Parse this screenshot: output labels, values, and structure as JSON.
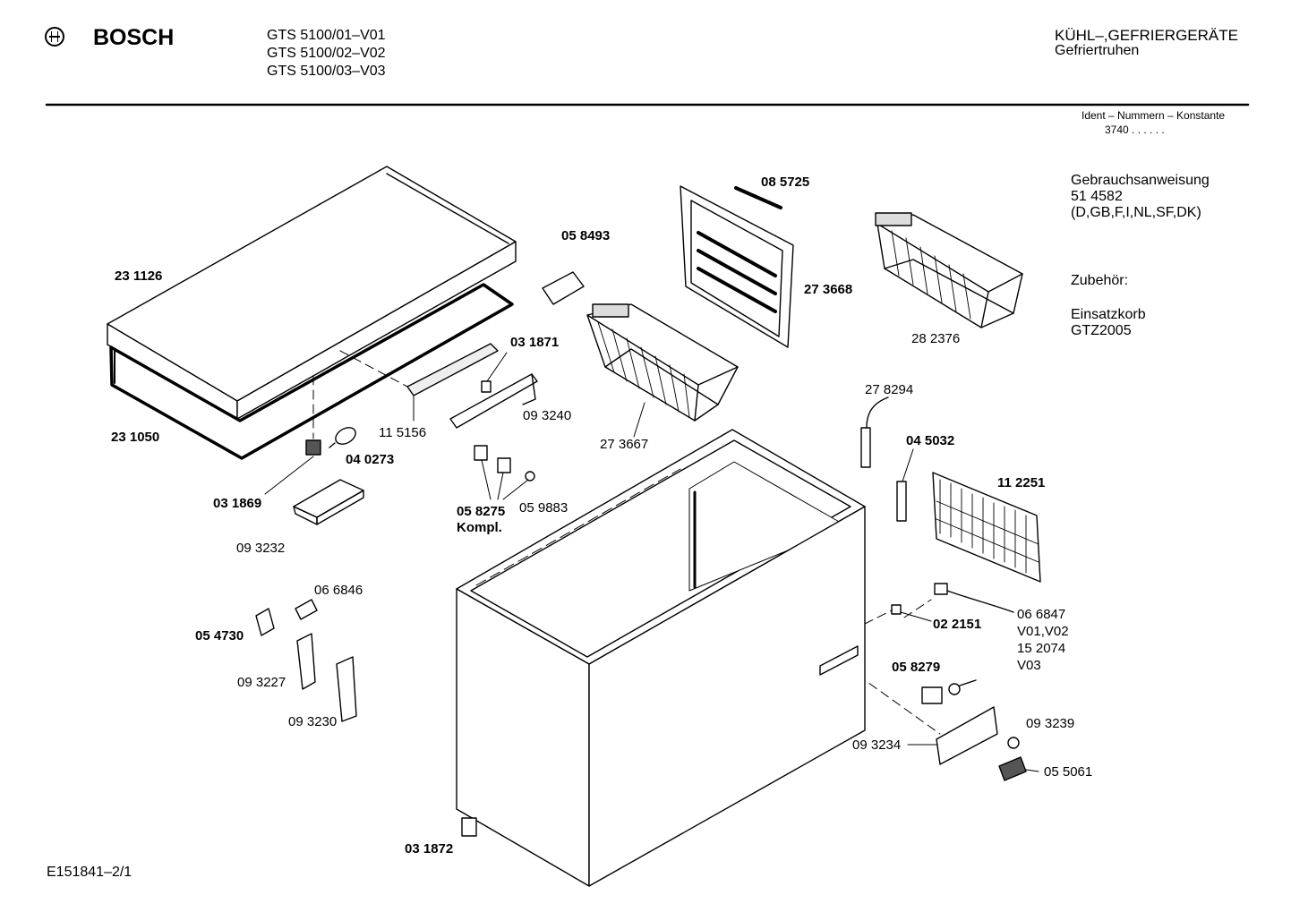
{
  "header": {
    "brand": "BOSCH",
    "models": [
      "GTS 5100/01–V01",
      "GTS 5100/02–V02",
      "GTS 5100/03–V03"
    ],
    "category": "KÜHL–,GEFRIERGERÄTE",
    "subcategory": "Gefriertruhen",
    "ident_label": "Ident – Nummern – Konstante",
    "ident_value": "3740 . .   . . . ."
  },
  "info": {
    "manual_title": "Gebrauchsanweisung",
    "manual_number": "51 4582",
    "manual_languages": "(D,GB,F,I,NL,SF,DK)",
    "accessory_title": "Zubehör:",
    "accessory_name": "Einsatzkorb",
    "accessory_code": "GTZ2005"
  },
  "parts": {
    "p231126": "23 1126",
    "p231050": "23 1050",
    "p040273": "04 0273",
    "p031869": "03 1869",
    "p093232": "09 3232",
    "p115156": "11 5156",
    "p031871": "03 1871",
    "p093240": "09 3240",
    "p058493": "05 8493",
    "p058275": "05 8275",
    "kompl": "Kompl.",
    "p059883": "05 9883",
    "p273667": "27 3667",
    "p085725": "08 5725",
    "p273668": "27 3668",
    "p282376": "28 2376",
    "p278294": "27 8294",
    "p045032": "04 5032",
    "p112251": "11 2251",
    "p066846": "06 6846",
    "p054730": "05 4730",
    "p093227": "09 3227",
    "p093230": "09 3230",
    "p022151": "02 2151",
    "p066847": "06 6847",
    "v01v02": "V01,V02",
    "p152074": "15 2074",
    "v03": "V03",
    "p058279": "05 8279",
    "p093239": "09 3239",
    "p093234": "09 3234",
    "p055061": "05 5061",
    "p031872": "03 1872"
  },
  "footer": {
    "drawing_id": "E151841–2/1"
  }
}
